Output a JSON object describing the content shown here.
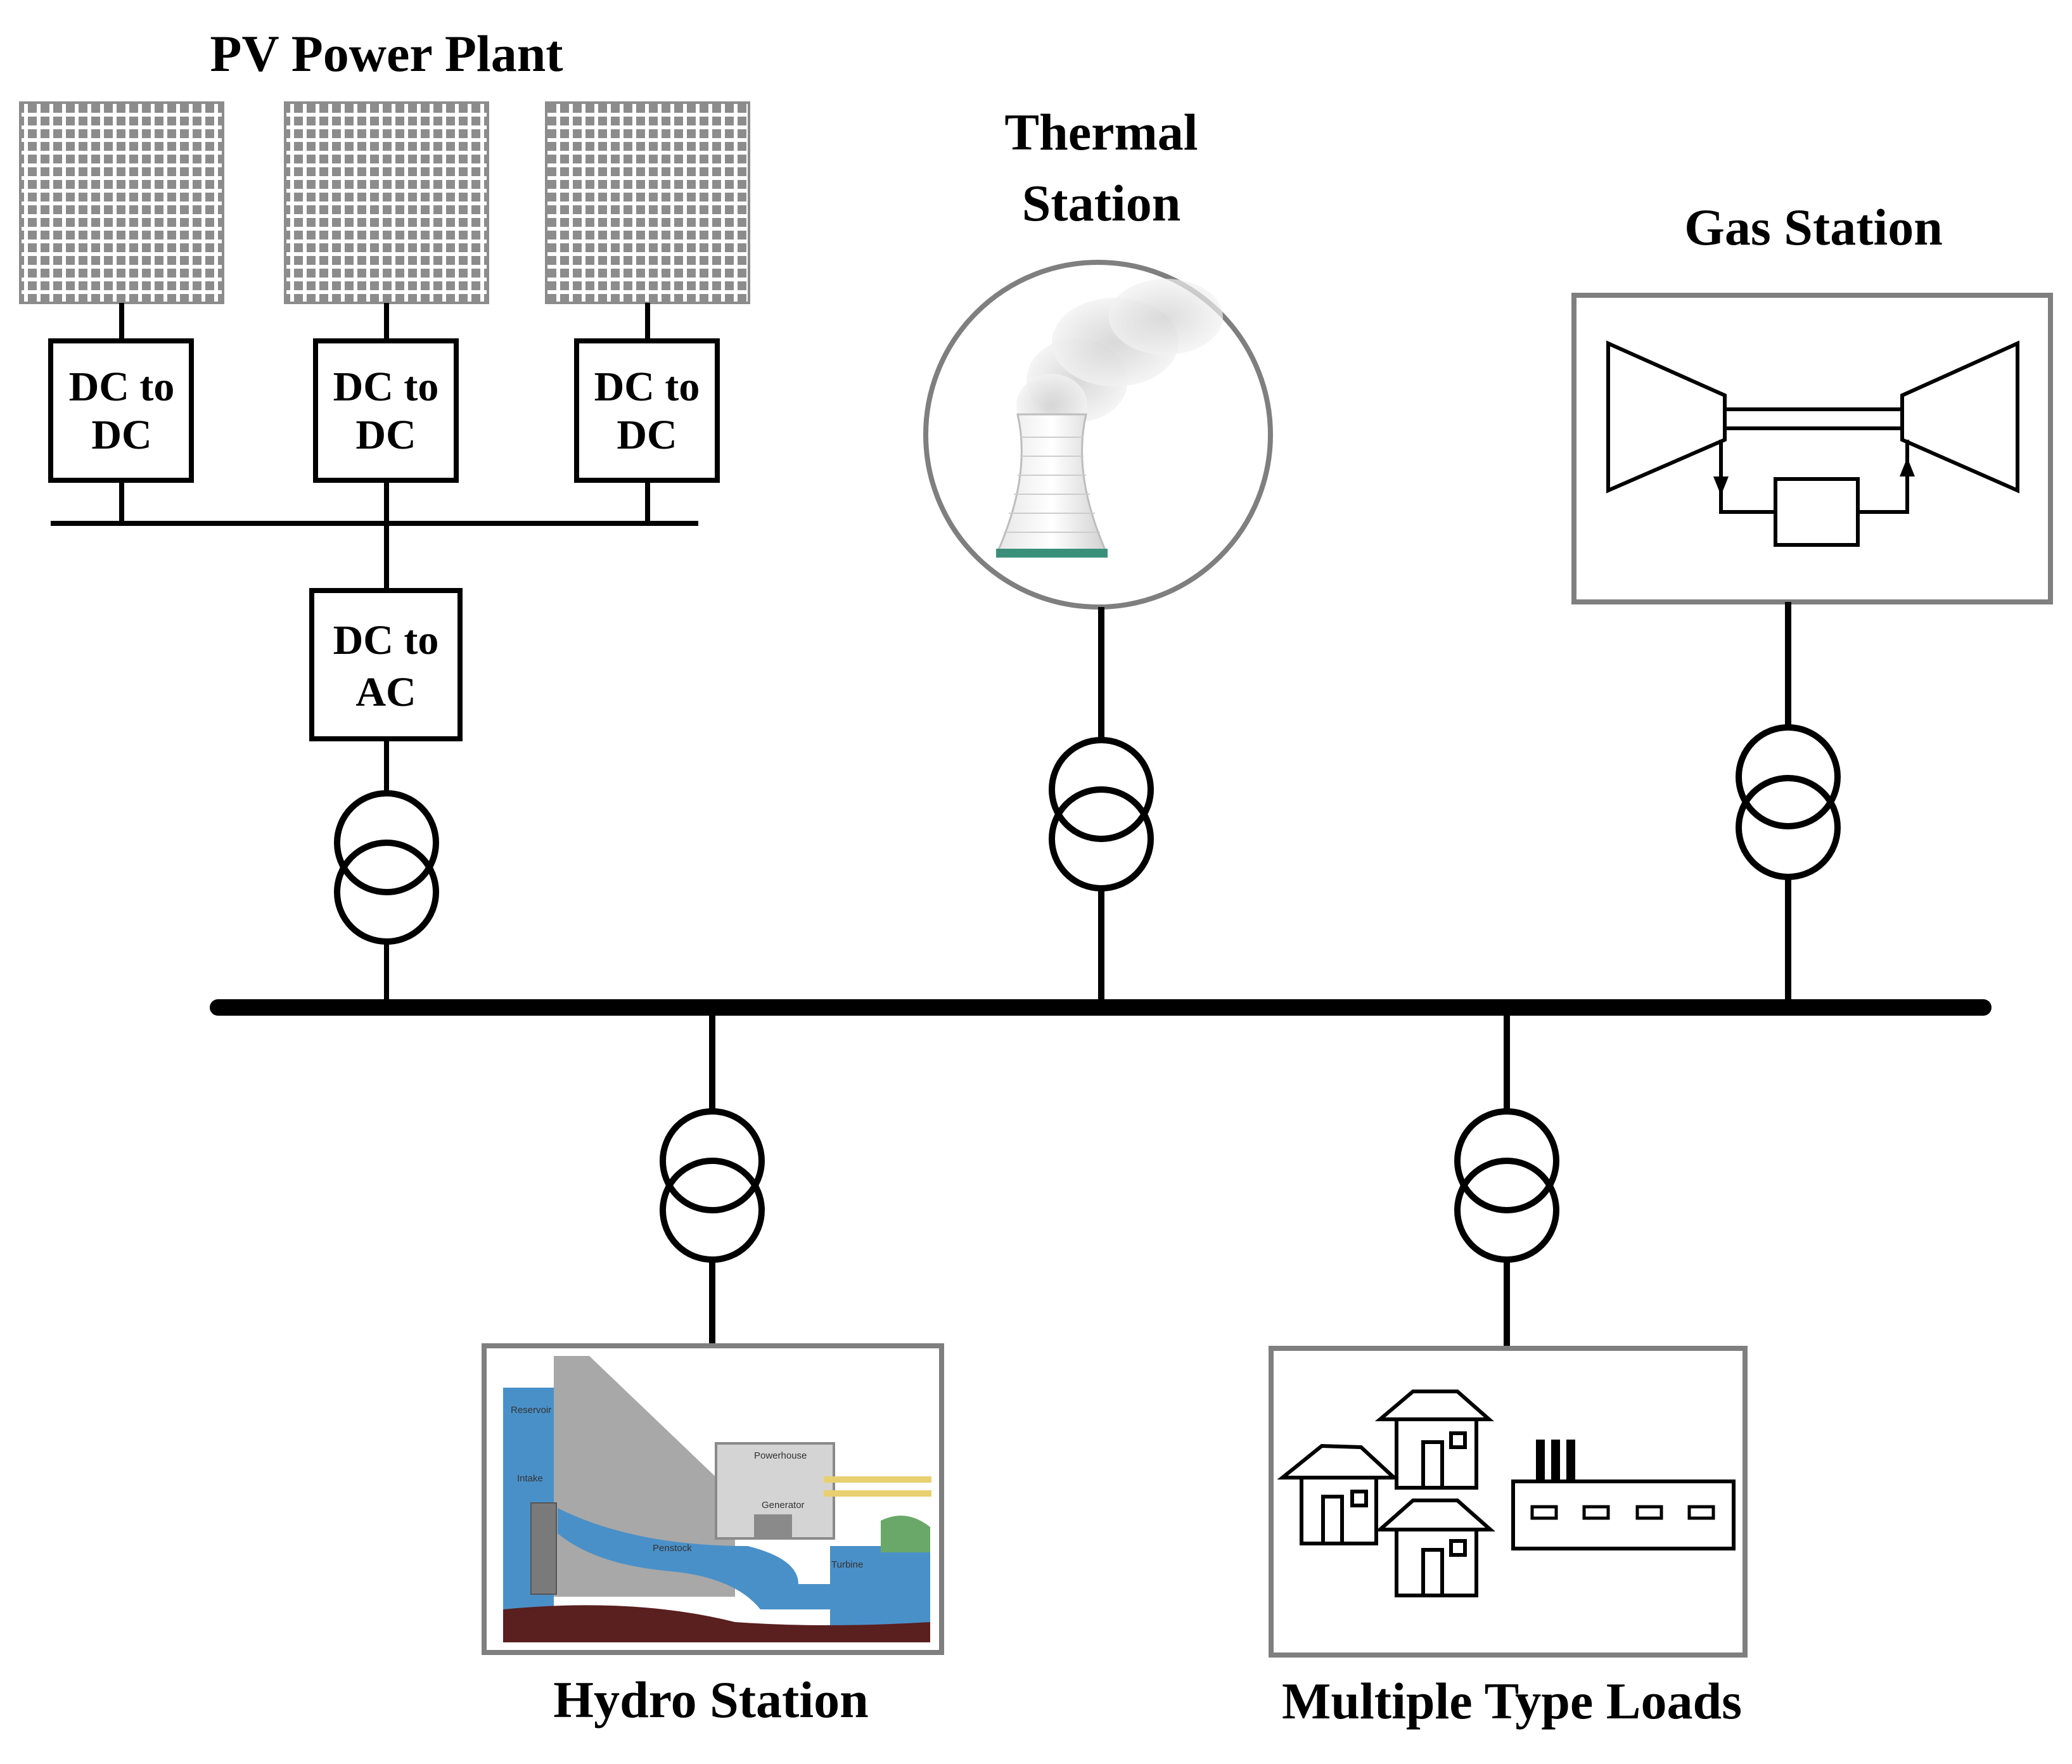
{
  "titles": {
    "pv": "PV Power Plant",
    "thermal_line1": "Thermal",
    "thermal_line2": "Station",
    "gas": "Gas Station",
    "hydro": "Hydro Station",
    "loads": "Multiple Type Loads"
  },
  "converters": {
    "dc_dc_line1": "DC to",
    "dc_dc_line2": "DC",
    "dc_ac_line1": "DC to",
    "dc_ac_line2": "AC"
  },
  "hydro_diagram": {
    "reservoir": "Reservoir",
    "intake": "Intake",
    "powerhouse": "Powerhouse",
    "generator": "Generator",
    "penstock": "Penstock",
    "turbine": "Turbine"
  },
  "colors": {
    "line": "#000000",
    "frame": "#7f7f7f",
    "panel_fill": "#9a9a9a",
    "water": "#4a90c8",
    "dam": "#a8a8a8",
    "ground": "#5a1f1f"
  }
}
